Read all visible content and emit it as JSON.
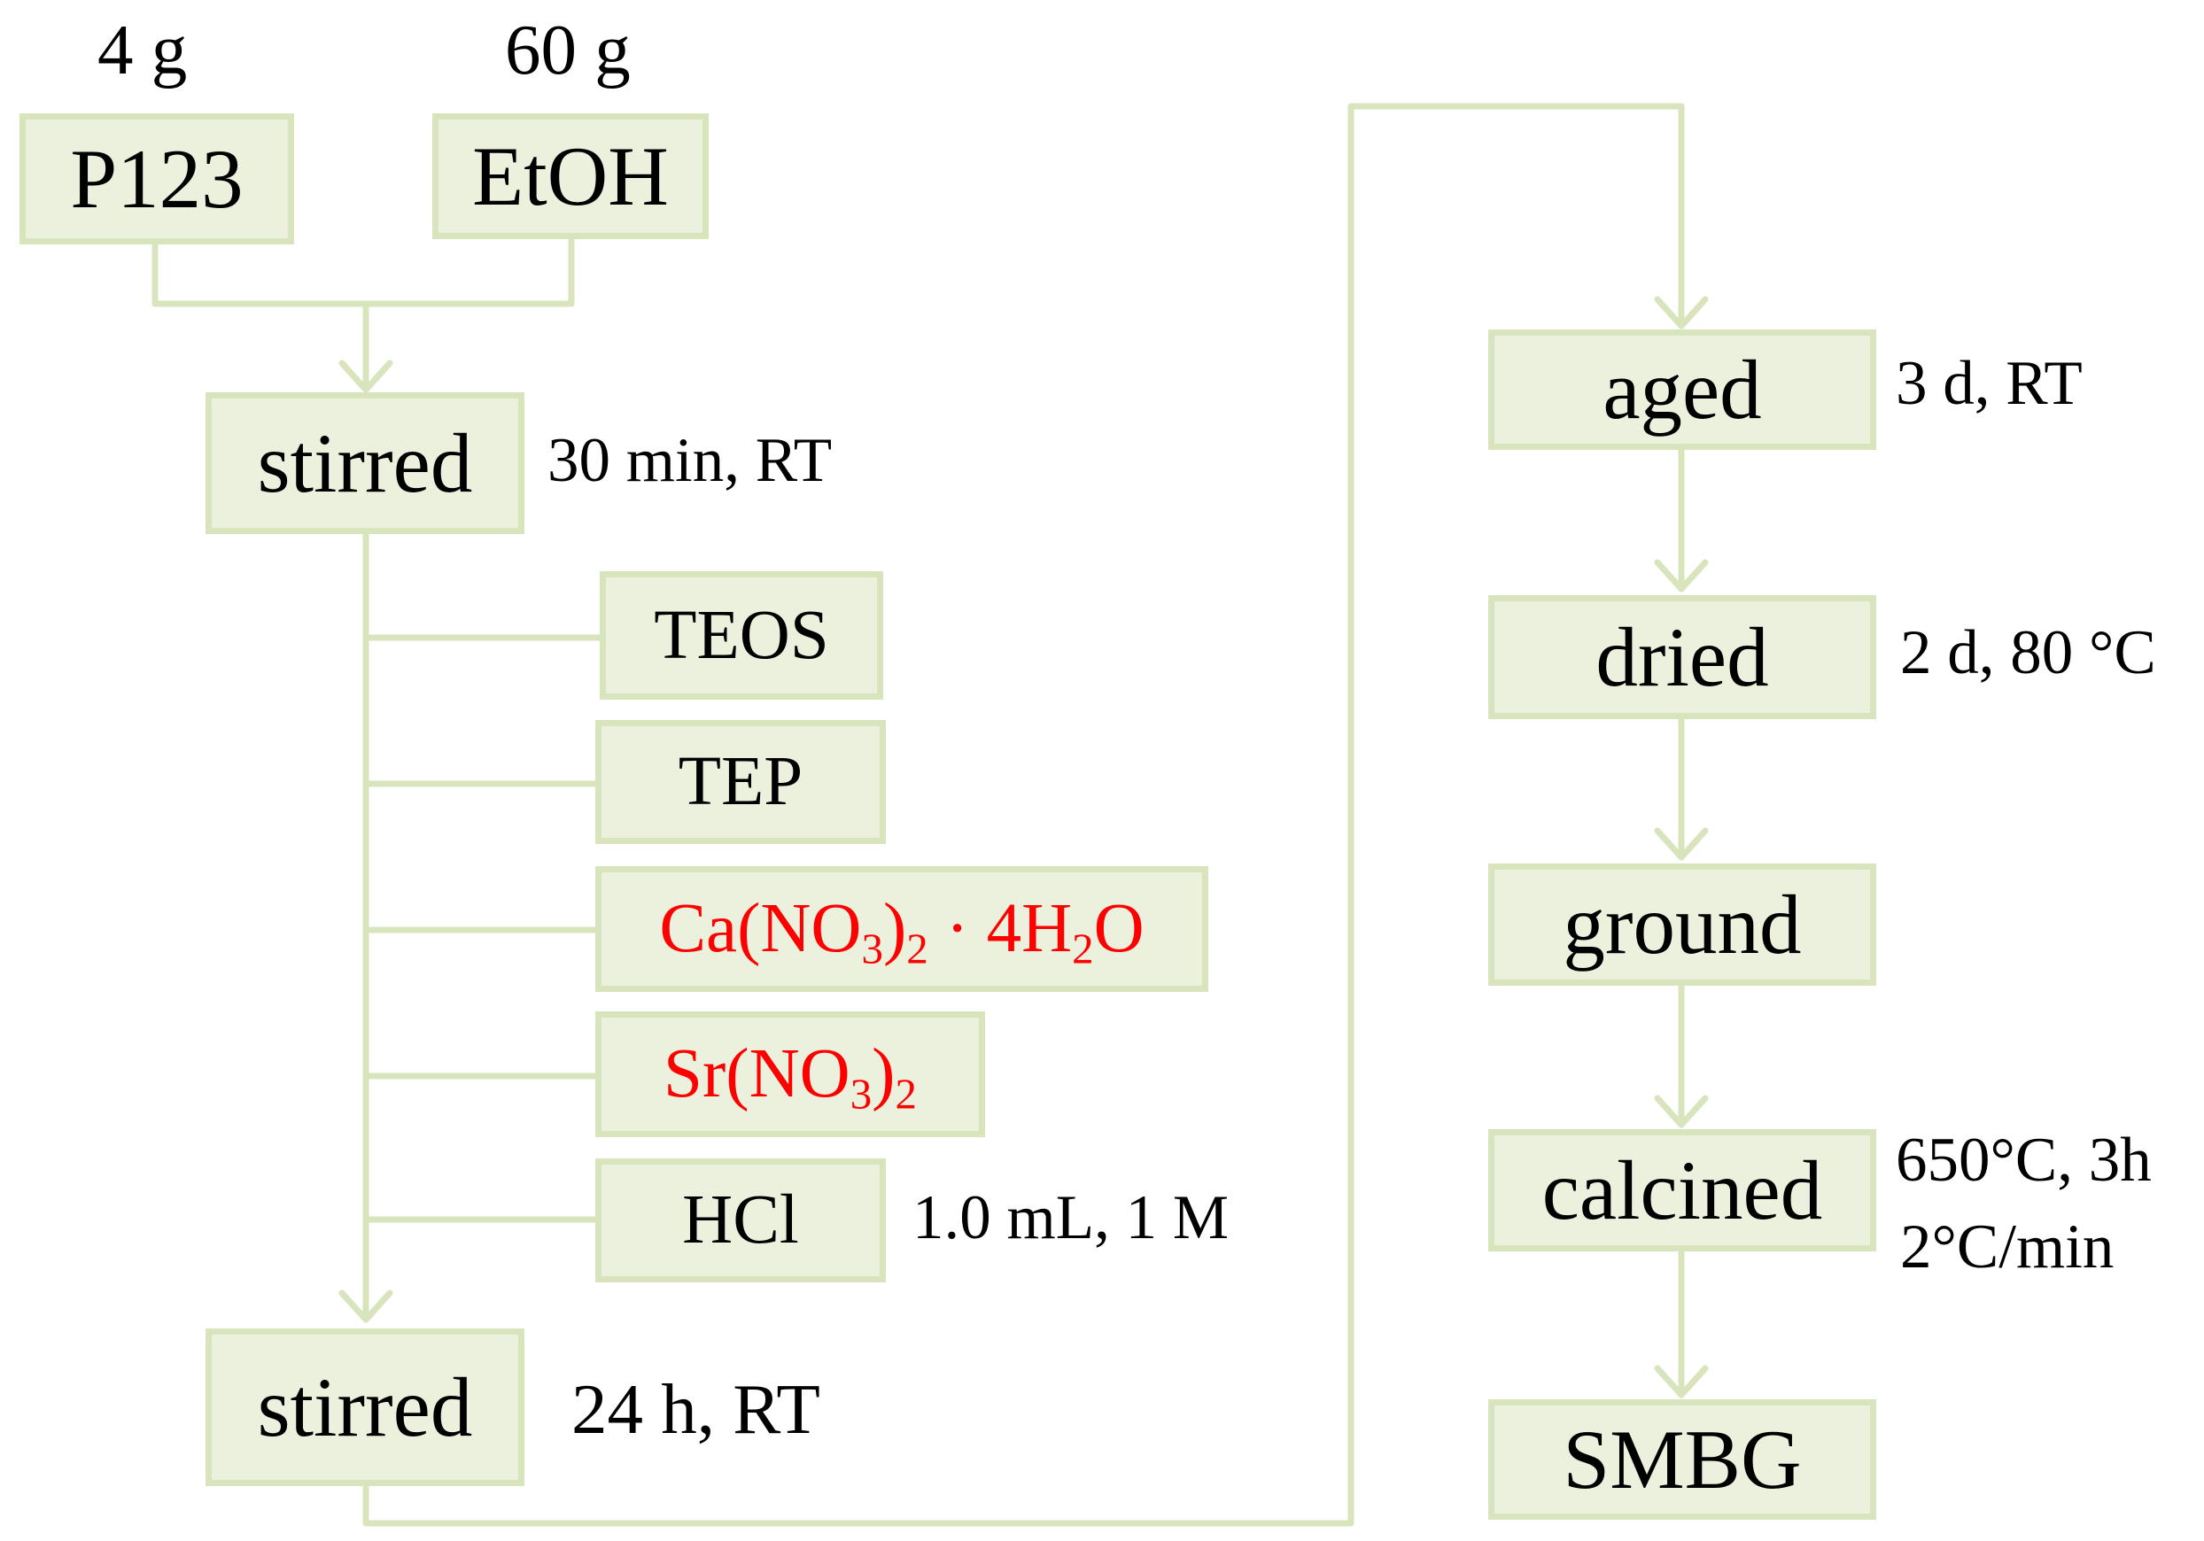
{
  "top": {
    "p123_amount": "4  g",
    "etoh_amount": "60 g",
    "p123": "P123",
    "etoh": "EtOH"
  },
  "left": {
    "stirred1": "stirred",
    "stirred1_cond": "30 min, RT",
    "teos": "TEOS",
    "tep": "TEP",
    "calcium_nitrate": {
      "a": "Ca(NO",
      "s1": "3",
      "b": ")",
      "s2": "2",
      "c": " · 4H",
      "s3": "2",
      "d": "O"
    },
    "strontium_nitrate": {
      "a": "Sr(NO",
      "s1": "3",
      "b": ")",
      "s2": "2"
    },
    "hcl": "HCl",
    "hcl_cond": "1.0 mL, 1 M",
    "stirred2": "stirred",
    "stirred2_cond": "24 h, RT"
  },
  "right": {
    "aged": "aged",
    "aged_cond": "3 d, RT",
    "dried": "dried",
    "dried_cond": "2 d, 80 °C",
    "ground": "ground",
    "calcined": "calcined",
    "calcined_cond1": "650°C, 3h",
    "calcined_cond2": "2°C/min",
    "product": "SMBG"
  },
  "colors": {
    "box_fill": "#ebf1dd",
    "box_border": "#d7e4bc",
    "line": "#d7e4bc",
    "highlight_text": "#ff0000"
  }
}
